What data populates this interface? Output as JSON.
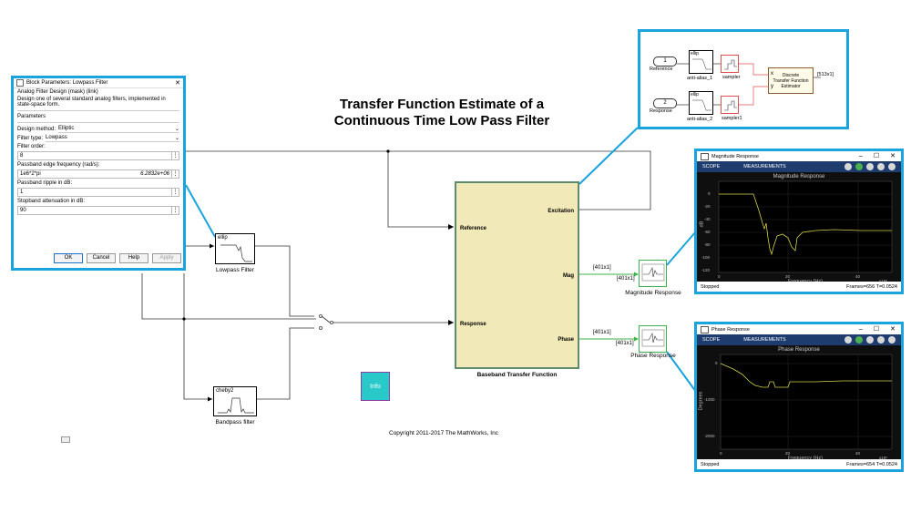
{
  "model": {
    "title_line1": "Transfer Function Estimate of a",
    "title_line2": "Continuous Time Low Pass Filter",
    "copyright": "Copyright 2011-2017 The MathWorks, Inc",
    "info_block": "Info",
    "blocks": {
      "lowpass": {
        "icon_text": "ellip",
        "label": "Lowpass Filter"
      },
      "bandpass": {
        "icon_text": "cheby2",
        "label": "Bandpass filter"
      },
      "baseband": {
        "label": "Baseband Transfer Function",
        "ports": [
          "Reference",
          "Response",
          "Excitation",
          "Mag",
          "Phase"
        ]
      },
      "mag_scope": {
        "label": "Magnitude Response"
      },
      "phase_scope": {
        "label": "Phase Response"
      },
      "mag_signal": "[401x1]",
      "phase_signal": "[401x1]"
    }
  },
  "subsystem": {
    "ref_in": {
      "num": "1",
      "label": "Reference"
    },
    "resp_in": {
      "num": "2",
      "label": "Response"
    },
    "aa1": {
      "icon": "ellip",
      "label": "anti-alias_1"
    },
    "aa2": {
      "icon": "ellip",
      "label": "anti-alias_2"
    },
    "sampler": "sampler",
    "sampler1": "sampler1",
    "estimator": {
      "line1": "Discrete",
      "line2": "Transfer Function",
      "line3": "Estimator",
      "in_x": "x",
      "in_y": "y"
    },
    "output": "[513x1]"
  },
  "dialog": {
    "title": "Block Parameters: Lowpass Filter",
    "subtitle": "Analog Filter Design (mask) (link)",
    "description": "Design one of several standard analog filters, implemented in state-space form.",
    "section": "Parameters",
    "design_method_label": "Design method:",
    "design_method_value": "Elliptic",
    "filter_type_label": "Filter type:",
    "filter_type_value": "Lowpass",
    "order_label": "Filter order:",
    "order_value": "8",
    "edge_label": "Passband edge frequency (rad/s):",
    "edge_value": "1e6*2*pi",
    "edge_eval": "6.2832e+06",
    "ripple_label": "Passband ripple in dB:",
    "ripple_value": "1",
    "atten_label": "Stopband attenuation in dB:",
    "atten_value": "90",
    "buttons": {
      "ok": "OK",
      "cancel": "Cancel",
      "help": "Help",
      "apply": "Apply"
    }
  },
  "mag_window": {
    "title": "Magnitude Response",
    "tab_scope": "SCOPE",
    "tab_measurements": "MEASUREMENTS",
    "plot_title": "Magnitude Response",
    "ylabel": "dB",
    "xlabel": "Frequency (Hz)",
    "x_exp": "x10⁶",
    "status_left": "Stopped",
    "status_right": "Frames=656  T=0.0524",
    "yticks": [
      "0",
      "-20",
      "-40",
      "-60",
      "-80",
      "-100",
      "-120"
    ],
    "xticks": [
      "0",
      "20",
      "40"
    ]
  },
  "phase_window": {
    "title": "Phase Response",
    "tab_scope": "SCOPE",
    "tab_measurements": "MEASUREMENTS",
    "plot_title": "Phase Response",
    "ylabel": "Degrees",
    "xlabel": "Frequency (Hz)",
    "x_exp": "x10⁶",
    "status_left": "Stopped",
    "status_right": "Frames=654  T=0.0524",
    "yticks": [
      "0",
      "-1000",
      "-2000"
    ],
    "xticks": [
      "0",
      "20",
      "40"
    ]
  },
  "colors": {
    "accent": "#1aa3dd",
    "scope_toolbar": "#1e3c6e",
    "trace": "#d6d14a",
    "block_fill": "#f2e9b8",
    "info": "#27c9c9"
  }
}
